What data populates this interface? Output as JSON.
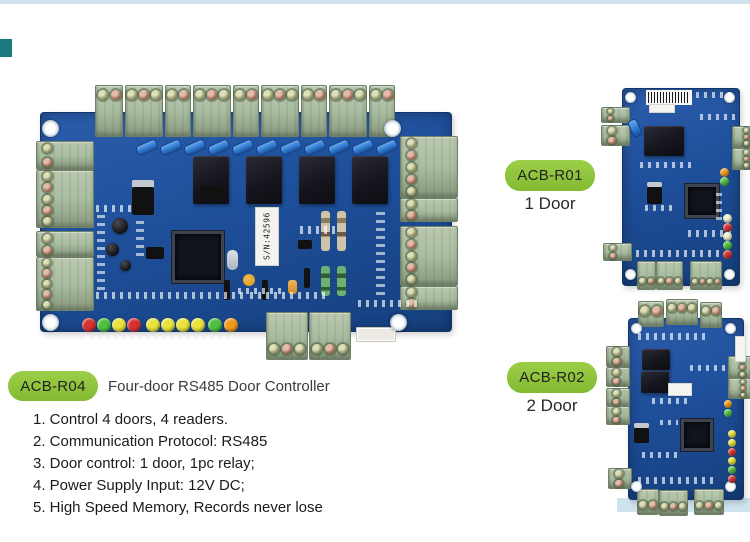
{
  "colors": {
    "background": "#ffffff",
    "pcb_blue": "#1e4f9a",
    "pcb_blue_dark": "#16407e",
    "terminal_green": "#a9bda0",
    "terminal_green_dark": "#87997e",
    "relay_black": "#15151d",
    "capacitor_blue": "#2e7bd0",
    "badge_green": "#8dc63f",
    "photo_strip_blue": "#cfe3ef"
  },
  "main_product": {
    "badge": "ACB-R04",
    "title": "Four-door RS485 Door Controller",
    "serial_label": "S/N:42596",
    "features": [
      "1. Control 4 doors, 4 readers.",
      "2. Communication Protocol: RS485",
      "3. Door control: 1 door, 1pc relay;",
      "4. Power Supply Input: 12V DC;",
      "5. High Speed Memory, Records never lose"
    ],
    "leds": [
      "#d63030",
      "#4cc040",
      "#e8e23a",
      "#d63030",
      "#e8e23a",
      "#e8e23a",
      "#e8e23a",
      "#e8e23a",
      "#4cc040",
      "#f09a18"
    ]
  },
  "side_products": [
    {
      "badge": "ACB-R01",
      "subtitle": "1 Door",
      "leds_top": [
        "#f09a18",
        "#4cc040"
      ],
      "leds_side": [
        "#eff3cf",
        "#d63030",
        "#eff3cf",
        "#4cc040",
        "#d63030"
      ]
    },
    {
      "badge": "ACB-R02",
      "subtitle": "2 Door",
      "leds_top": [
        "#f09a18",
        "#4cc040"
      ],
      "leds_side": [
        "#e8e23a",
        "#e8e23a",
        "#d63030",
        "#e8e23a",
        "#4cc040",
        "#d63030"
      ]
    }
  ]
}
